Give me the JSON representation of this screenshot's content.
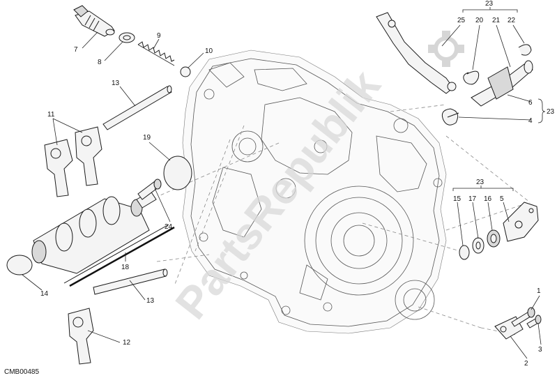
{
  "diagram": {
    "drawing_code": "CMB00485",
    "watermark": "PartsRepublik",
    "callouts": {
      "c1": "1",
      "c2": "2",
      "c3": "3",
      "c4": "4",
      "c5": "5",
      "c6": "6",
      "c7": "7",
      "c8": "8",
      "c9": "9",
      "c10": "10",
      "c11": "11",
      "c12": "12",
      "c13a": "13",
      "c13b": "13",
      "c14": "14",
      "c15": "15",
      "c16": "16",
      "c17": "17",
      "c18": "18",
      "c19": "19",
      "c20": "20",
      "c21": "21",
      "c22": "22",
      "c23a": "23",
      "c23b": "23",
      "c23c": "23",
      "c24": "24",
      "c25": "25"
    }
  }
}
